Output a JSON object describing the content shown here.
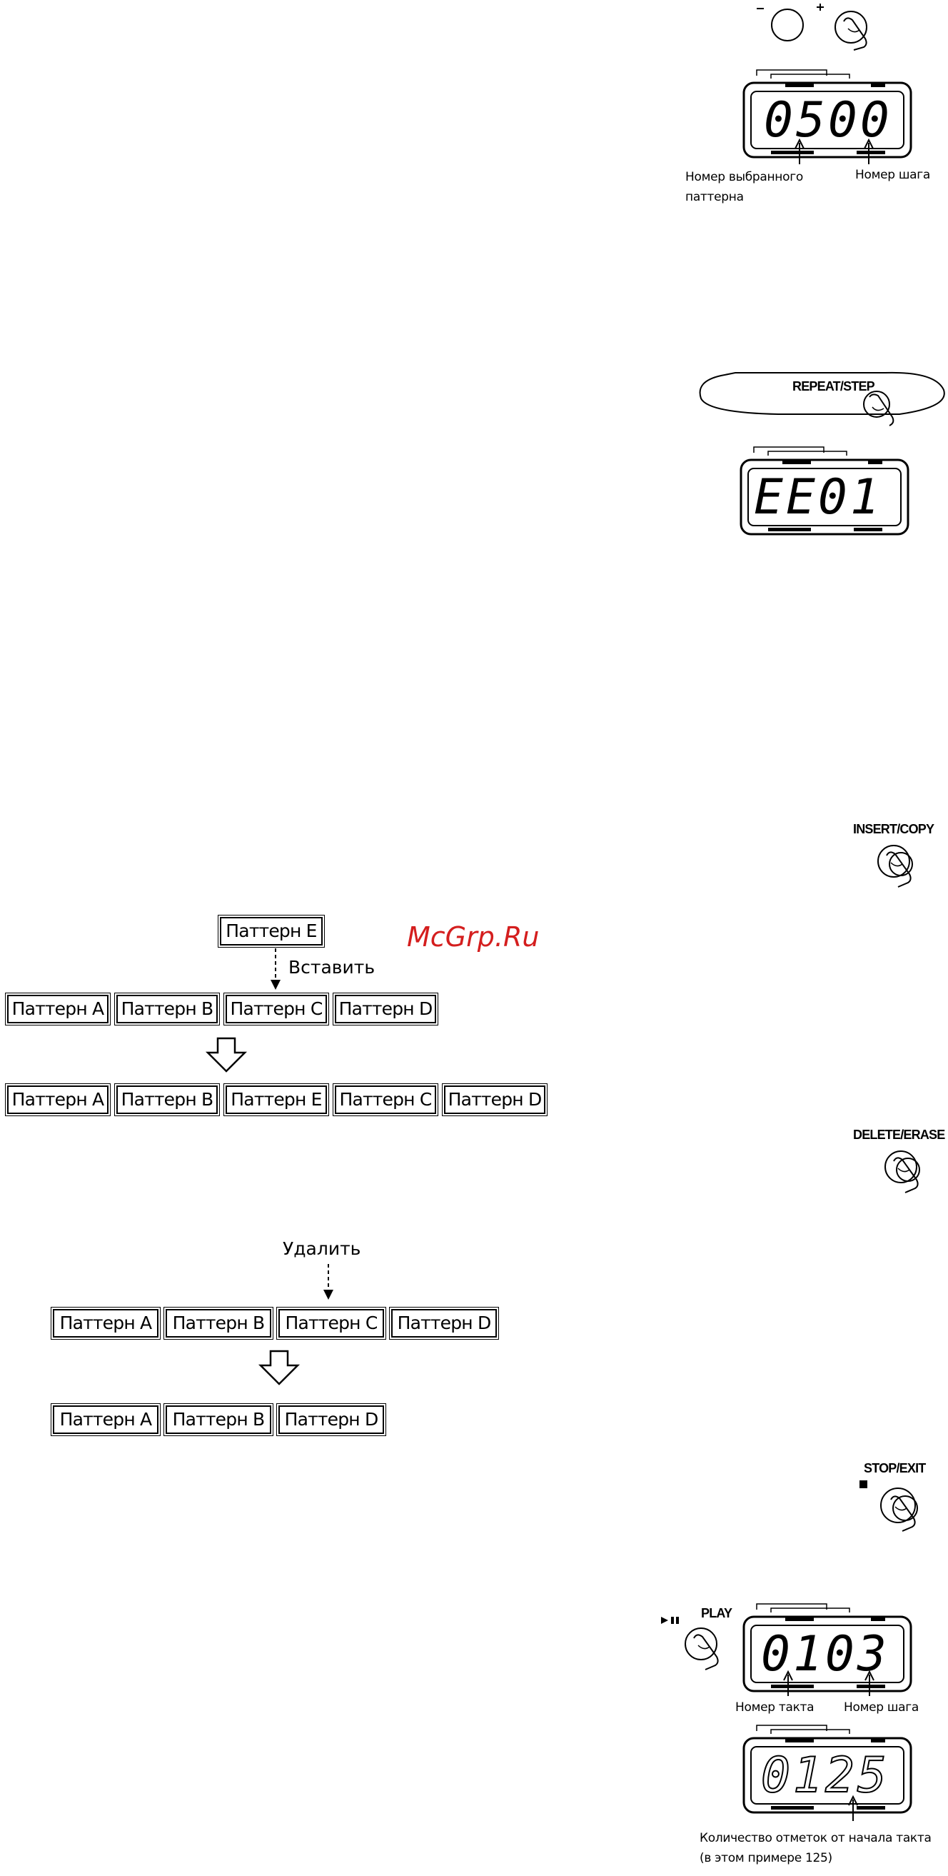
{
  "figures": {
    "fig1": {
      "digits": "0500",
      "label_pattern": "Номер выбранного паттерна",
      "label_step": "Номер шага"
    },
    "fig2": {
      "button": "REPEAT/STEP",
      "digits": "EE01"
    },
    "fig3": {
      "button": "INSERT/COPY"
    },
    "fig4": {
      "button": "DELETE/ERASE"
    },
    "fig5": {
      "button": "STOP/EXIT"
    },
    "fig6": {
      "button": "PLAY",
      "digits": "0103",
      "label_bar": "Номер такта",
      "label_step": "Номер шага"
    },
    "fig7": {
      "digits": "0125",
      "label": "Количество отметок от начала такта (в этом примере 125)"
    }
  },
  "insert_diagram": {
    "new_pattern": "Паттерн E",
    "action": "Вставить",
    "before": [
      "Паттерн A",
      "Паттерн B",
      "Паттерн C",
      "Паттерн D"
    ],
    "after": [
      "Паттерн A",
      "Паттерн B",
      "Паттерн E",
      "Паттерн C",
      "Паттерн D"
    ]
  },
  "delete_diagram": {
    "action": "Удалить",
    "before": [
      "Паттерн A",
      "Паттерн B",
      "Паттерн C",
      "Паттерн D"
    ],
    "after": [
      "Паттерн A",
      "Паттерн B",
      "Паттерн D"
    ]
  },
  "watermark": "McGrp.Ru"
}
